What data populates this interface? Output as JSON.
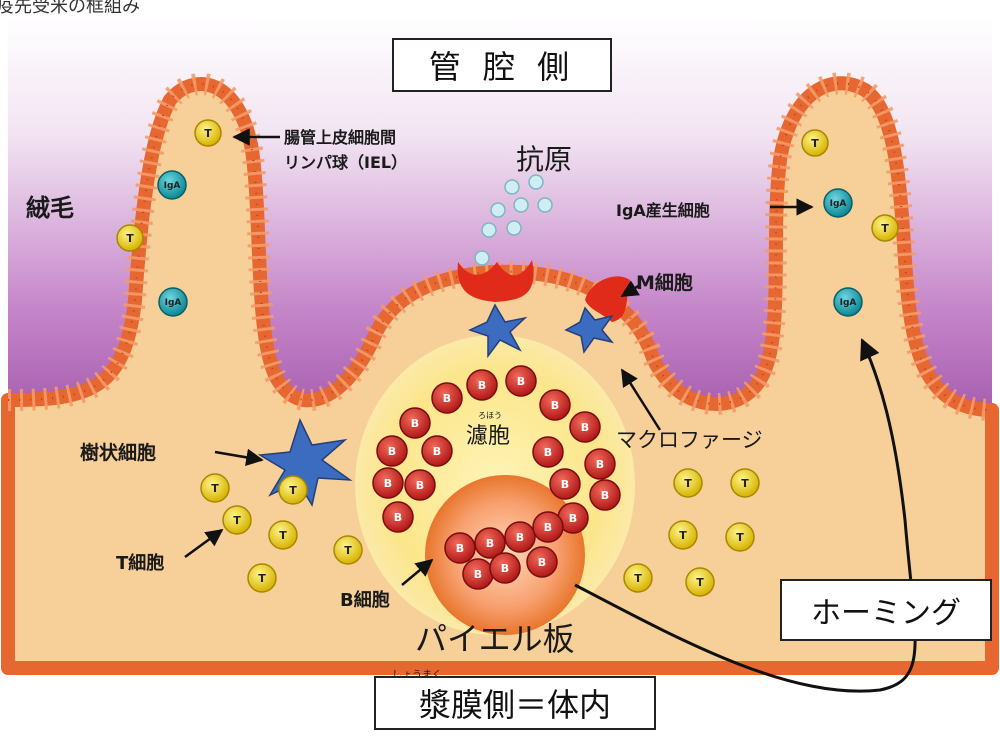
{
  "header_fragment": "疫先受米の框組み",
  "lumen_label": "管 腔 側",
  "serosa_label": "漿膜側＝体内",
  "serosa_ruby": "しょうまく",
  "labels": {
    "iel_line1": "腸管上皮細胞間",
    "iel_line2": "リンパ球（IEL）",
    "antigen": "抗原",
    "villus": "絨毛",
    "iga_cell": "IgA産生細胞",
    "m_cell": "M細胞",
    "germinal_center": "濾胞",
    "germinal_ruby": "ろほう",
    "macrophage": "マクロファージ",
    "dendritic_cell": "樹状細胞",
    "t_cell": "T細胞",
    "b_cell": "B細胞",
    "peyers_patch": "パイエル板",
    "homing": "ホーミング"
  },
  "cell_letters": {
    "t": "T",
    "b": "B",
    "iga": "IgA"
  },
  "colors": {
    "lumen_top": "#ffffff",
    "lumen_mid": "#e9c8e8",
    "lumen_bottom": "#7a2d88",
    "tissue": "#f9d29a",
    "epithelium": "#f07a4a",
    "t_cell": "#f0d020",
    "b_cell": "#d42a2a",
    "iga_cell": "#1aa7b4",
    "dendritic": "#3566b8",
    "m_cell": "#e02a1a",
    "antigen": "#bde4ec"
  }
}
